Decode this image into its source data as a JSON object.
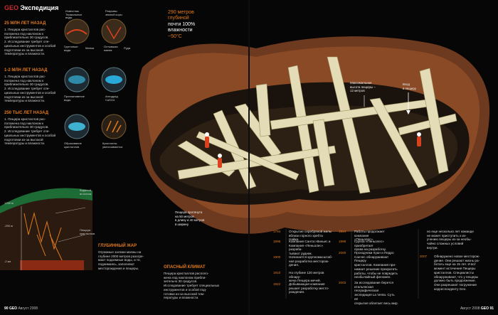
{
  "colors": {
    "accent": "#e07a1c",
    "brand_red": "#c92b2b",
    "background": "#060606"
  },
  "header": {
    "brand": "GEO",
    "section": "Экспедиция"
  },
  "depth_callout": {
    "line1": "290 метров",
    "line2": "глубиной",
    "line3": "почти 100%",
    "line4": "влажности",
    "line5": "~50°C"
  },
  "left_column": [
    {
      "era": "25 МЛН ЛЕТ НАЗАД",
      "lines": [
        "1. Пещера кристаллов рас-",
        "положена под наклоном к",
        "приблизительно 30 градусов.",
        "2. Исследование требует спе-",
        "циальных инструментов и особой",
        "подготовки из-за высокой",
        "температуры и влажности."
      ]
    },
    {
      "era": "1-2 МЛН ЛЕТ НАЗАД",
      "lines": [
        "1. Пещера кристаллов рас-",
        "положена под наклоном к",
        "приблизительно 30 градусов.",
        "2. Исследование требует спе-",
        "циальных инструментов и особой",
        "подготовки из-за высокой",
        "температуры и влажности."
      ]
    },
    {
      "era": "250 ТЫС ЛЕТ НАЗАД",
      "lines": [
        "1. Пещера кристаллов рас-",
        "положена под наклоном к",
        "приблизительно 30 градусов.",
        "2. Исследование требует спе-",
        "циальных инструментов и особой",
        "подготовки из-за высокой",
        "температуры и влажности."
      ]
    }
  ],
  "diagram_labels": {
    "a1": "Известняк",
    "a2": "Термальные",
    "a3": "воды",
    "b1": "Разрывы",
    "b2": "земной коры",
    "c1": "Грунтовые",
    "c2": "воды",
    "d1": "Магма",
    "e1": "Остывшая",
    "e2": "магма",
    "f1": "Руда",
    "g1": "Проникновение",
    "g2": "воды",
    "h1": "Ангидрид",
    "h2": "CaSO4",
    "i1": "Образование",
    "i2": "кристаллов",
    "j1": "Кристаллы",
    "j2": "увеличиваются"
  },
  "section_diagram": {
    "depth_1": "1265 м",
    "depth_2": "-290 м",
    "depth_3": "-2 км",
    "label_1": "Водяной",
    "label_2": "источник",
    "label_3": "Пещера",
    "label_4": "кристаллов"
  },
  "hot_core": {
    "title": "ГЛУБИННЫЙ ЖАР",
    "lines": [
      "Огромные залежи магмы на",
      "глубине 2000 метров разогре-",
      "вают подземные воды, а те,",
      "поднимаясь, заполняют",
      "месторождения и пещеры."
    ]
  },
  "cave_callouts": {
    "max_height": [
      "Максимальная",
      "высота пещеры –",
      "12 метров"
    ],
    "entrance": [
      "Вход",
      "в пещеру"
    ],
    "length": [
      "Пещера протянута",
      "на 50 метров",
      "в длину и 40 метров",
      "в ширину"
    ]
  },
  "danger": {
    "title": "ОПАСНЫЙ КЛИМАТ",
    "lines": [
      "Пещера кристаллов располо-",
      "жена под наклоном прибли-",
      "зительно 30 градусов.",
      "Исследование требует специальных",
      "инструментов и особой под-",
      "готовки из-за высокой тем-",
      "пературы и влажности."
    ]
  },
  "timeline_col1": [
    {
      "year": "1794",
      "lines": [
        "Открытие серебряной жилы",
        "вблизи горного хребта Найка."
      ]
    },
    {
      "year": "1896",
      "lines": [
        "Компания Сантос-Виньес и",
        "Компания «Пеньолес» разраба-",
        "тывают рудник."
      ]
    },
    {
      "year": "1900",
      "lines": [
        "Начинается крупномасштаб-",
        "ная разработка месторож-",
        "дения."
      ]
    },
    {
      "year": "1910",
      "lines": [
        "На глубине 120 метров обнару-",
        "жена Пещера мечей."
      ]
    },
    {
      "year": "1922",
      "lines": [
        "Добывающая компания",
        "решает разработку место-",
        "рождения."
      ]
    }
  ],
  "timeline_col2": [
    {
      "year": "1924",
      "lines": [
        "Работы продолжает компания",
        "«Пеньолес»."
      ]
    },
    {
      "year": "1998",
      "lines": [
        "Группа «Пеньолес» приобретает",
        "права на разработку."
      ]
    },
    {
      "year": "2000",
      "lines": [
        "Проходчики Хуан и Педро",
        "Санчес обнаруживают Пещеру",
        "кристаллов. Компания при-",
        "нимает решение прекратить",
        "работы, чтобы не повредить",
        "необычайный феномен."
      ]
    },
    {
      "year": "2003",
      "lines": [
        "За исследование берется",
        "итальянская географическая",
        "экспедиция La Venta. Суть её",
        "открытия облетает весь мир."
      ]
    }
  ],
  "timeline_col3": [
    {
      "year": "",
      "lines": [
        "но еще несколько лет команде",
        "не может приступить к из-",
        "учению пещеры из-за необы-",
        "чайно сложных условий",
        "внутри."
      ]
    },
    {
      "year": "2007",
      "lines": [
        "Обнаружено новое месторож-",
        "дение. Они решают жизнь ра-",
        "ботать еще на 15 лет. И вот",
        "момент истечения Пещеры",
        "кристаллов. Специалисты",
        "обнаруживают, что у пещеры",
        "должно быть продолжение.",
        "Они разрешают погружение",
        "корреспонденту Geo."
      ]
    }
  ],
  "footer": {
    "left_num": "90",
    "left_brand": "GEO",
    "left_date": "Август 2008",
    "right_date": "Август 2008",
    "right_brand": "GEO",
    "right_num": "91"
  }
}
